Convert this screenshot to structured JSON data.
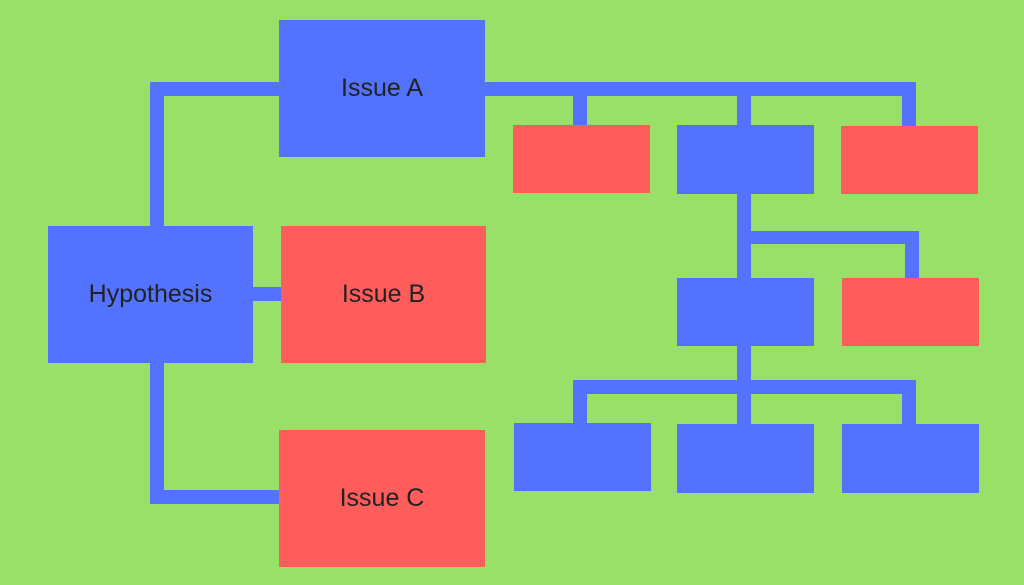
{
  "colors": {
    "background": "#98E068",
    "blue": "#5373FF",
    "red": "#FF5C5C",
    "text": "#222222"
  },
  "nodes": {
    "hypothesis": {
      "label": "Hypothesis",
      "color": "blue"
    },
    "issue_a": {
      "label": "Issue A",
      "color": "blue"
    },
    "issue_b": {
      "label": "Issue B",
      "color": "red"
    },
    "issue_c": {
      "label": "Issue C",
      "color": "red"
    },
    "a_child_1": {
      "label": "",
      "color": "red"
    },
    "a_child_2": {
      "label": "",
      "color": "blue"
    },
    "a_child_3": {
      "label": "",
      "color": "red"
    },
    "a2_child_1": {
      "label": "",
      "color": "blue"
    },
    "a2_child_2": {
      "label": "",
      "color": "red"
    },
    "a21_child_1": {
      "label": "",
      "color": "blue"
    },
    "a21_child_2": {
      "label": "",
      "color": "blue"
    },
    "a21_child_3": {
      "label": "",
      "color": "blue"
    }
  }
}
